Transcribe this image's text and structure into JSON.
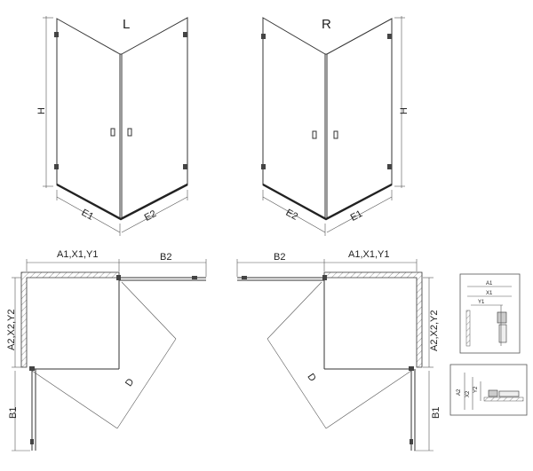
{
  "top_left": {
    "variant": "L",
    "height": "H",
    "width_left": "E1",
    "width_right": "E2"
  },
  "top_right": {
    "variant": "R",
    "height": "H",
    "width_left": "E2",
    "width_right": "E1"
  },
  "plan_left": {
    "wall_dim": "A1,X1,Y1",
    "door_dim": "B2",
    "side_dim": "A2,X2,Y2",
    "diag": "D",
    "bottom_dim": "B1"
  },
  "plan_right": {
    "wall_dim": "A1,X1,Y1",
    "door_dim": "B2",
    "side_dim": "A2,X2,Y2",
    "diag": "D",
    "bottom_dim": "B1"
  },
  "detail_top": {
    "a": "A1",
    "x": "X1",
    "y": "Y1"
  },
  "detail_bottom": {
    "a": "A2",
    "x": "X2",
    "y": "Y2"
  }
}
